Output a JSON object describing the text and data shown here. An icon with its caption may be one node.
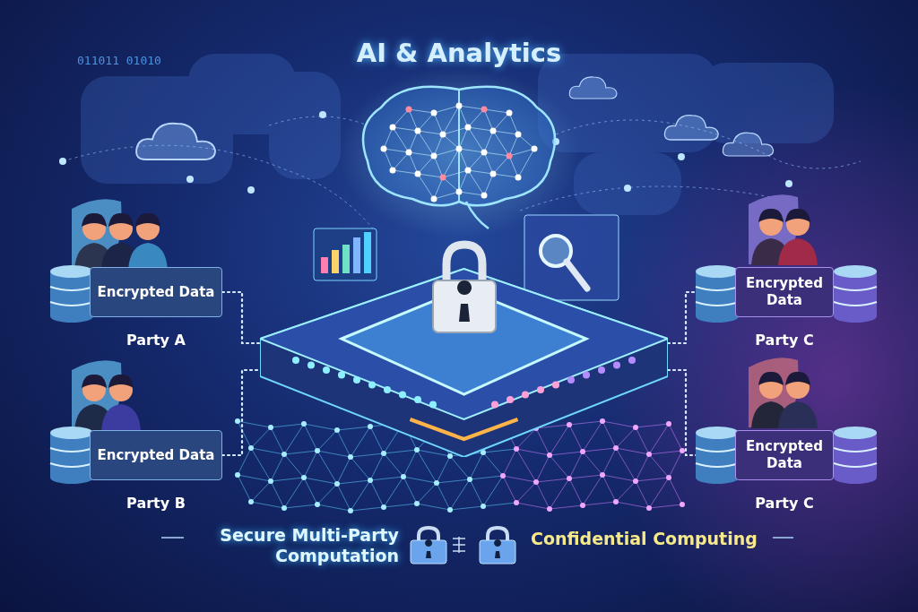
{
  "diagram": {
    "title": "AI & Analytics",
    "nodes": [
      {
        "text": [],
        "shape": "picture"
      },
      {
        "text": [
          "Encrypted Data"
        ],
        "beside": [
          "Party A"
        ]
      },
      {
        "text": [
          "Encrypted Data"
        ],
        "beside": [
          "Party B"
        ]
      },
      {
        "text": [
          "Encrypted Data"
        ],
        "beside": [
          "Party C"
        ]
      },
      {
        "text": [
          "Encrypted Data"
        ],
        "beside": [
          "Party C"
        ]
      }
    ],
    "edges": [
      {
        "from": 1,
        "to": 0,
        "arrow": "none",
        "style": "dashed"
      },
      {
        "from": 2,
        "to": 0,
        "arrow": "none",
        "style": "dashed"
      },
      {
        "from": 0,
        "to": 3,
        "arrow": "none",
        "style": "dashed"
      },
      {
        "from": 0,
        "to": 4,
        "arrow": "none",
        "style": "dashed"
      }
    ],
    "labels": [
      "011011 01010",
      "Secure Multi-Party Computation",
      "Confidential Computing"
    ]
  }
}
